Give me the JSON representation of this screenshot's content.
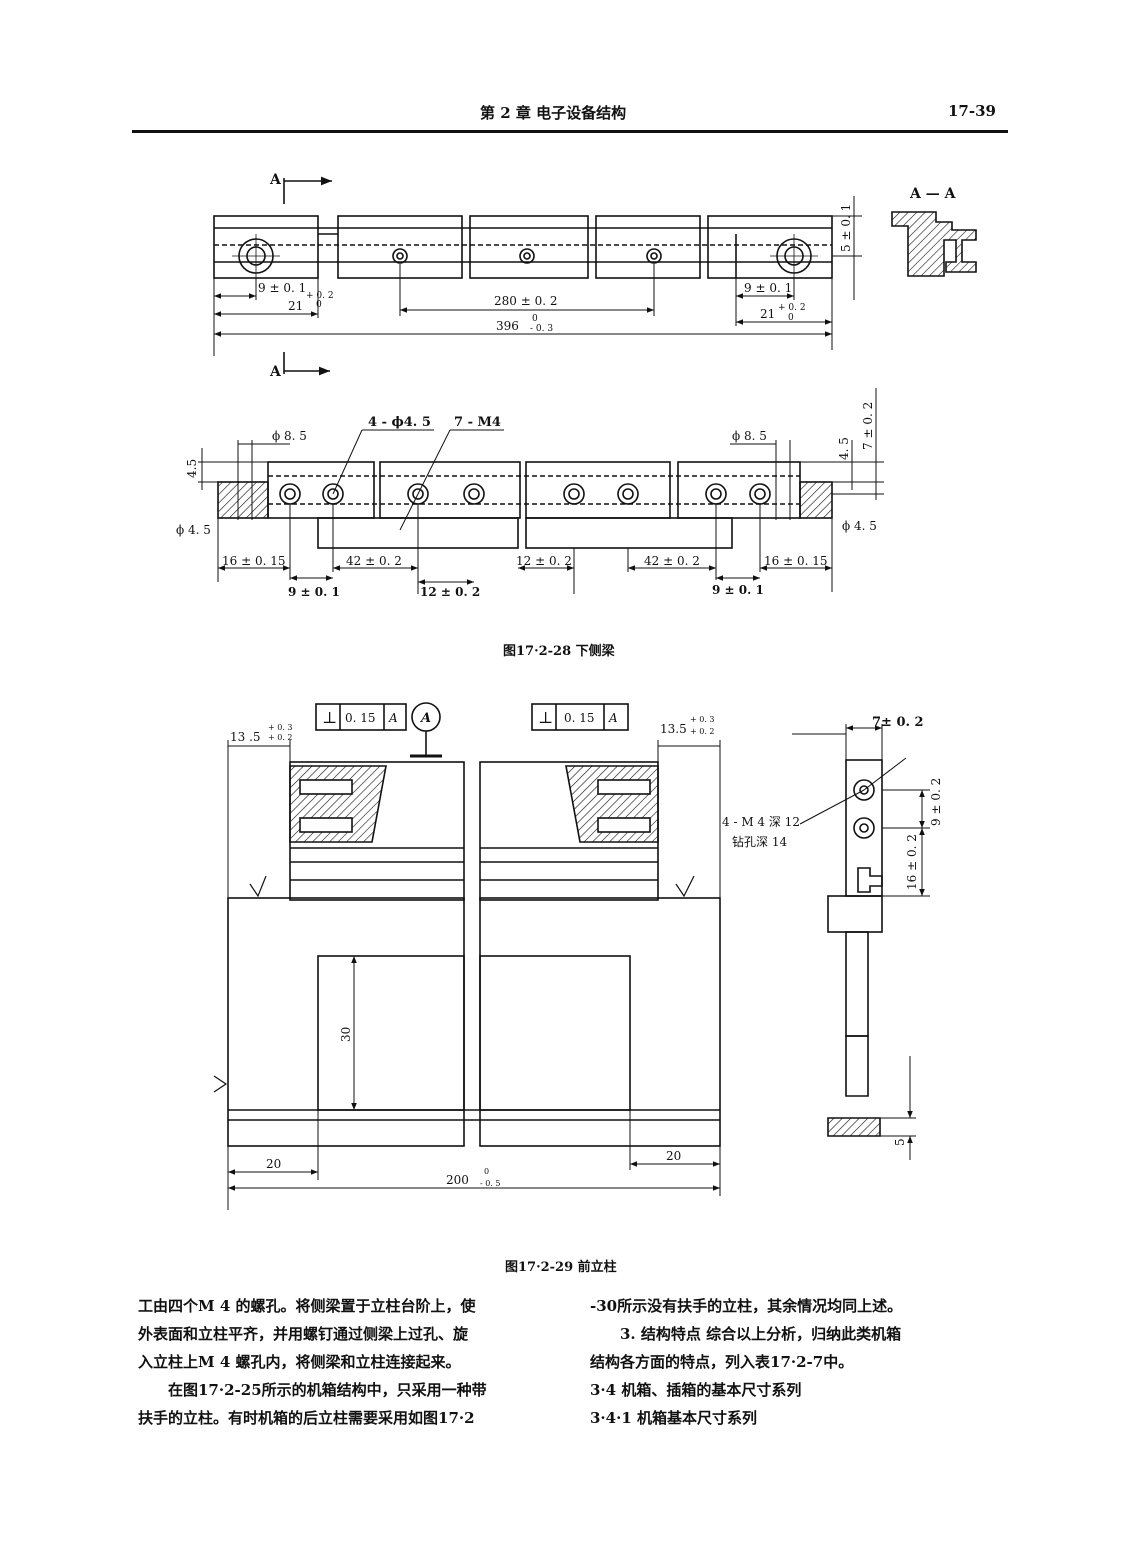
{
  "header": {
    "chapter": "第 2 章  电子设备结构",
    "page_number": "17-39"
  },
  "figure_28": {
    "caption": "图17·2-28  下侧梁",
    "top_view": {
      "section_mark": "A",
      "dim_9_left": "9 ± 0. 1",
      "dim_21_left": "21",
      "dim_21_tol": "+ 0. 2",
      "dim_21_tol_low": "0",
      "dim_280": "280 ± 0. 2",
      "dim_9_right": "9 ± 0. 1",
      "dim_21_right": "21",
      "dim_396": "396",
      "dim_396_tol_up": "0",
      "dim_396_tol_low": "- 0. 3",
      "dim_5": "5 ± 0. 1"
    },
    "section_label": "A — A",
    "bottom_view": {
      "dim_45_left": "4.5",
      "dim_phi85_left": "ϕ 8. 5",
      "dim_4phi45": "4 - ϕ4. 5",
      "dim_7m4": "7 - M4",
      "dim_phi85_right": "ϕ 8. 5",
      "dim_45_right": "4. 5",
      "dim_7": "7 ± 0. 2",
      "dim_phi45_left": "ϕ 4. 5",
      "dim_phi45_right": "ϕ 4. 5",
      "dim_16_left": "16 ± 0. 15",
      "dim_42_left": "42 ± 0. 2",
      "dim_12_left": "12 ± 0. 2",
      "dim_42_right": "42 ± 0. 2",
      "dim_16_right": "16 ± 0. 15",
      "dim_9_left": "9 ± 0. 1",
      "dim_12_bottom": "12 ± 0. 2",
      "dim_9_right": "9 ± 0. 1"
    }
  },
  "figure_29": {
    "caption": "图17·2-29  前立柱",
    "tol_left": {
      "symbol": "⊥",
      "value": "0. 15",
      "datum": "A"
    },
    "tol_right": {
      "symbol": "⊥",
      "value": "0. 15",
      "datum": "A"
    },
    "datum_label": "A",
    "dim_135_left": "13 .5",
    "dim_135_tol_up": "+ 0. 3",
    "dim_135_tol_low": "+ 0. 2",
    "dim_135_right": "13.5",
    "dim_135_r_tol_up": "+ 0. 3",
    "dim_135_r_tol_low": "+ 0. 2",
    "dim_30": "30",
    "dim_20_left": "20",
    "dim_20_right": "20",
    "dim_200": "200",
    "dim_200_tol_up": "0",
    "dim_200_tol_low": "- 0. 5",
    "dim_7": "7± 0. 2",
    "hole_note_1": "4 - M 4 深 12",
    "hole_note_2": "钻孔深 14",
    "dim_9": "9 ± 0. 2",
    "dim_16": "16 ± 0. 2",
    "dim_5": "5"
  },
  "text_left": {
    "p1_l1": "工由四个M 4 的螺孔。将侧梁置于立柱台阶上，使",
    "p1_l2": "外表面和立柱平齐，并用螺钉通过侧梁上过孔、旋",
    "p1_l3": "入立柱上M 4 螺孔内，将侧梁和立柱连接起来。",
    "p2_l1": "在图17·2-25所示的机箱结构中，只采用一种带",
    "p2_l2": "扶手的立柱。有时机箱的后立柱需要采用如图17·2"
  },
  "text_right": {
    "l1": "-30所示没有扶手的立柱，其余情况均同上述。",
    "l2": "3. 结构特点  综合以上分析，归纳此类机箱",
    "l3": "结构各方面的特点，列入表17·2-7中。",
    "l4": "3·4  机箱、插箱的基本尺寸系列",
    "l5": "3·4·1  机箱基本尺寸系列"
  }
}
